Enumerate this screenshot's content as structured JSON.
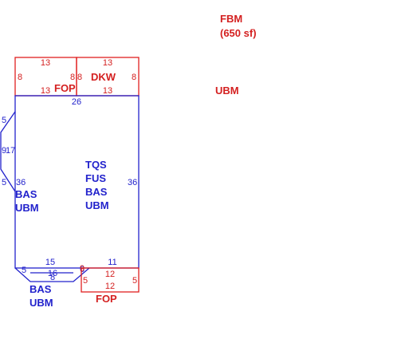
{
  "summary": {
    "area_code": "FBM",
    "area_value": "(650 sf)",
    "legend_code": "UBM"
  },
  "colors": {
    "red": "#d42020",
    "blue": "#2222cc"
  },
  "sections": {
    "fop_top": {
      "label": "FOP",
      "dims": {
        "top": "13",
        "bottom": "13",
        "left": "8",
        "right": "8"
      }
    },
    "dkw": {
      "label": "DKW",
      "dims": {
        "top": "13",
        "bottom": "13",
        "left": "8",
        "right": "8"
      }
    },
    "main": {
      "labels": [
        "TQS",
        "FUS",
        "BAS",
        "UBM"
      ],
      "dims": {
        "top": "26",
        "left": "36",
        "right": "36",
        "bottom_left": "15",
        "bottom_right": "11"
      }
    },
    "bay": {
      "dims": {
        "upper": "5",
        "middle_a": "9",
        "middle_b": "17",
        "lower": "5"
      }
    },
    "bas_left": {
      "labels": [
        "BAS",
        "UBM"
      ]
    },
    "bas_bottom": {
      "labels": [
        "BAS",
        "UBM"
      ],
      "dims": {
        "left_diag": "5",
        "top": "16",
        "bottom": "8",
        "right_diag": "6"
      }
    },
    "fop_bottom": {
      "label": "FOP",
      "dims": {
        "top": "12",
        "bottom": "12",
        "left": "5",
        "right": "5"
      },
      "mark": "9"
    }
  }
}
